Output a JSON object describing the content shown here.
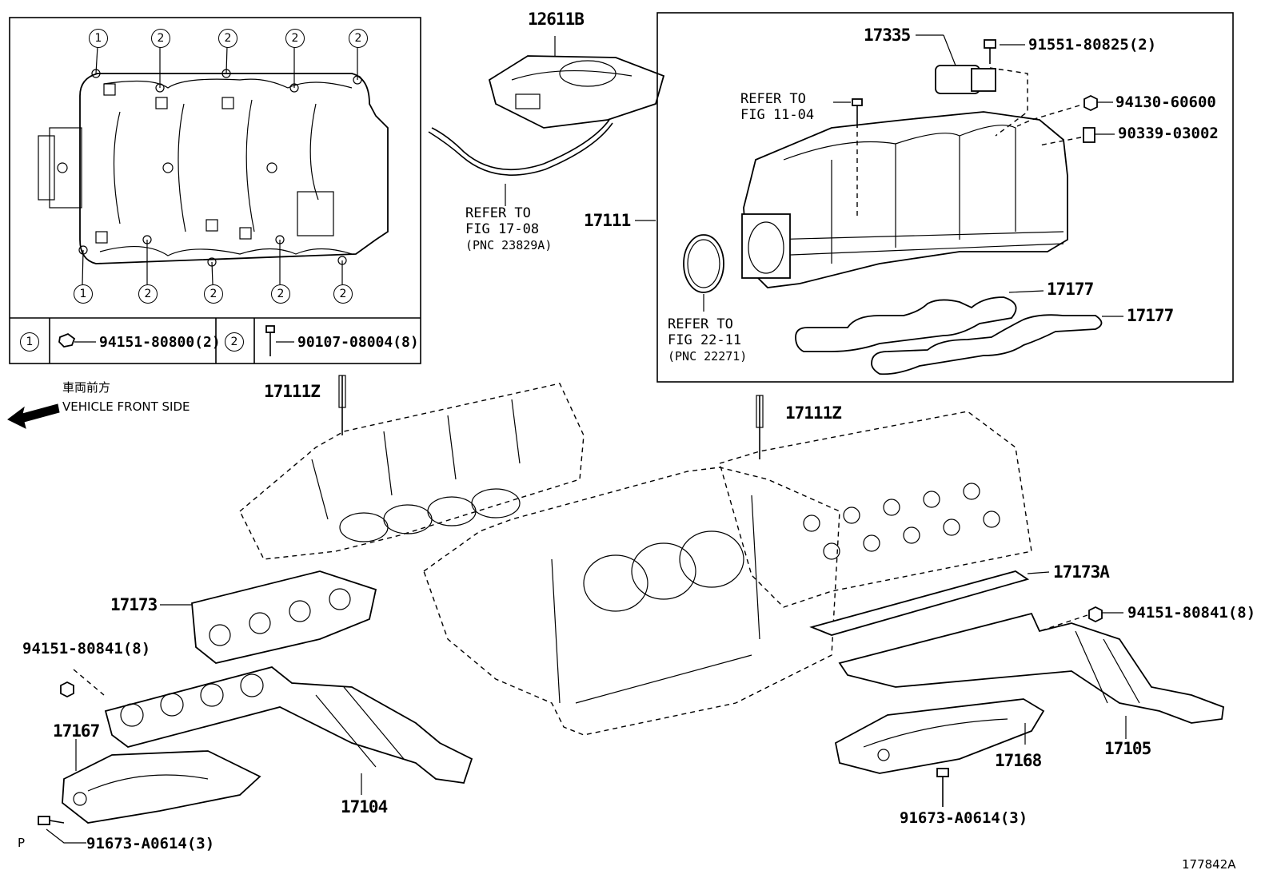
{
  "legend_box": {
    "callouts_top": [
      "1",
      "2",
      "2",
      "2",
      "2"
    ],
    "callouts_bottom": [
      "1",
      "2",
      "2",
      "2",
      "2"
    ],
    "key_1_symbol": "1",
    "key_1_part": "94151-80800(2)",
    "key_2_symbol": "2",
    "key_2_part": "90107-08004(8)"
  },
  "direction": {
    "japanese": "車両前方",
    "english": "VEHICLE FRONT SIDE"
  },
  "parts": {
    "p12611B": "12611B",
    "p17335": "17335",
    "p91551": "91551-80825(2)",
    "p94130": "94130-60600",
    "p90339": "90339-03002",
    "p17111": "17111",
    "p17177a": "17177",
    "p17177b": "17177",
    "p17111Z_left": "17111Z",
    "p17111Z_right": "17111Z",
    "p17173": "17173",
    "p17173A": "17173A",
    "p94151_left": "94151-80841(8)",
    "p94151_right": "94151-80841(8)",
    "p17167": "17167",
    "p17104": "17104",
    "p91673_left": "91673-A0614(3)",
    "p91673_right": "91673-A0614(3)",
    "p17168": "17168",
    "p17105": "17105"
  },
  "refs": {
    "r1_l1": "REFER TO",
    "r1_l2": "FIG 17-08",
    "r1_l3": "(PNC 23829A)",
    "r2_l1": "REFER TO",
    "r2_l2": "FIG 11-04",
    "r3_l1": "REFER TO",
    "r3_l2": "FIG 22-11",
    "r3_l3": "(PNC 22271)"
  },
  "footer": {
    "p_mark": "P",
    "figure_id": "177842A"
  }
}
